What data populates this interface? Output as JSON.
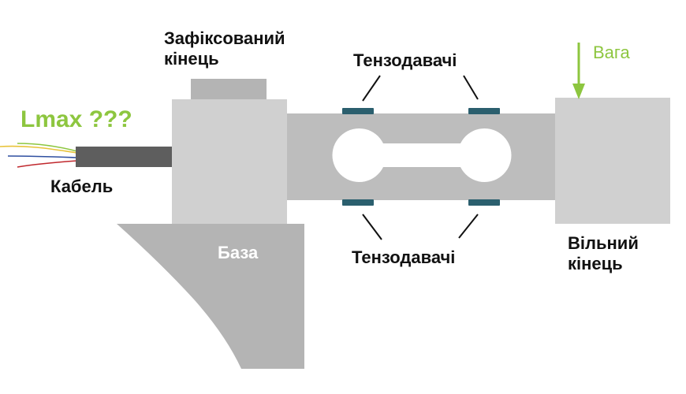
{
  "colors": {
    "body_gray": "#d0d0d0",
    "block_gray": "#cbcbcb",
    "beam_gray": "#bdbdbd",
    "base_gray": "#b4b4b4",
    "cable_dark": "#5e5e5e",
    "gauge_teal": "#2b5f6e",
    "accent_green": "#8dc63f",
    "wire_yellow": "#e8c33a",
    "wire_green": "#8dc63f",
    "wire_blue": "#2f4fa0",
    "wire_red": "#c0282d",
    "text_dark": "#111111",
    "text_white": "#ffffff"
  },
  "labels": {
    "fixed_end_line1": "Зафіксований",
    "fixed_end_line2": "кінець",
    "gauges_top": "Тензодавачі",
    "gauges_bottom": "Тензодавачі",
    "cable": "Кабель",
    "base": "База",
    "free_end_line1": "Вільний",
    "free_end_line2": "кінець",
    "weight": "Вага",
    "lmax": "Lmax ???"
  },
  "icons": {
    "weight_arrow": "arrow-down-icon"
  }
}
